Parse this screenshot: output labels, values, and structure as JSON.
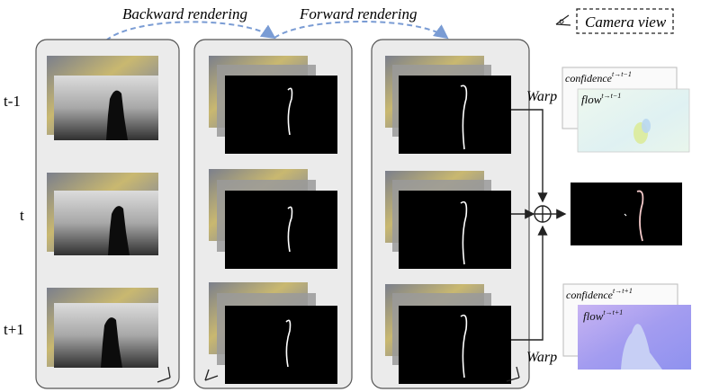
{
  "header": {
    "backward_label": "Backward rendering",
    "forward_label": "Forward rendering",
    "camera_view_label": "Camera view"
  },
  "rows": [
    {
      "label": "t-1"
    },
    {
      "label": "t"
    },
    {
      "label": "t+1"
    }
  ],
  "warp_label": "Warp",
  "confidence_labels": [
    "confidence",
    "confidence"
  ],
  "confidence_superscripts": [
    "t→t−1",
    "t→t+1"
  ],
  "flow_labels": [
    "flow",
    "flow"
  ],
  "flow_superscripts": [
    "t→t−1",
    "t→t+1"
  ],
  "colors": {
    "panel_fill": "#ebebeb",
    "panel_stroke": "#555555",
    "dashed_arrow": "#7a9cd4",
    "flow_top": "#e8f4ea",
    "flow_bottom": "#9a92f0"
  }
}
